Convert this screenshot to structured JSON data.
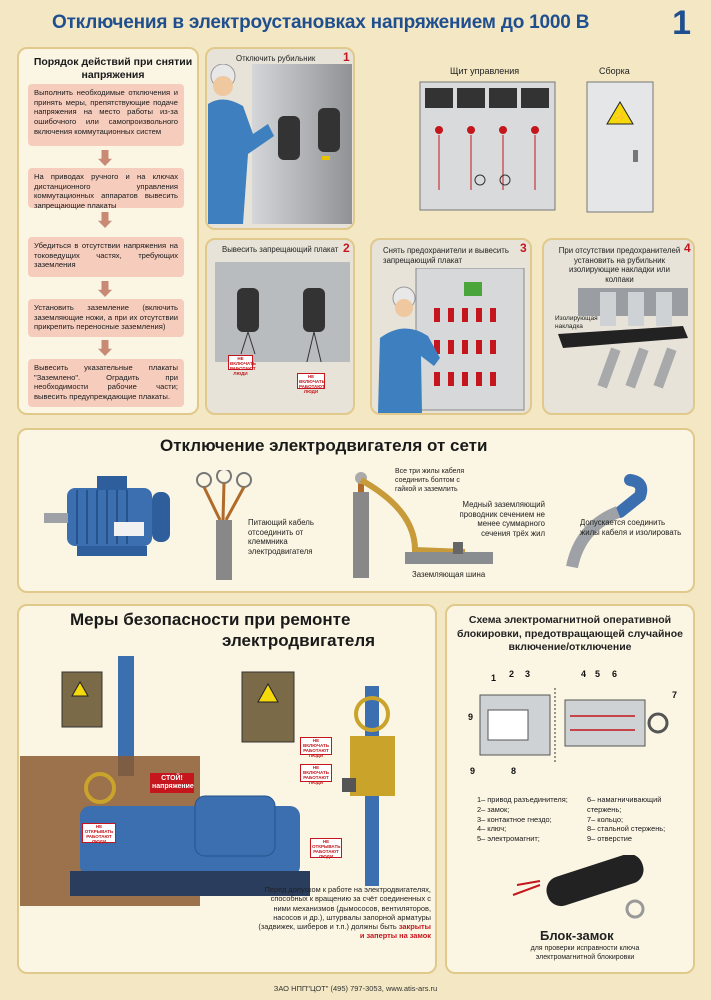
{
  "header": {
    "title": "Отключения в электроустановках напряжением до 1000 В",
    "page_number": "1"
  },
  "procedure": {
    "title": "Порядок действий при снятии напряжения",
    "steps": [
      "Выполнить необходимые отключения и принять меры, препятствующие подаче напряжения на место работы из-за ошибочного или самопроизвольного включения коммутационных систем",
      "На приводах ручного и на ключах дистанционного управления коммутационных аппаратов вывесить запрещающие плакаты",
      "Убедиться в отсутствии напряжения на токоведущих частях, требующих заземления",
      "Установить заземление (включить заземляющие ножи, а при их отсутствии прикрепить переносные заземления)",
      "Вывесить указательные плакаты \"Заземлено\". Оградить при необходимости рабочие части; вывесить предупреждающие плакаты."
    ]
  },
  "panels": {
    "p1": {
      "number": "1",
      "caption": "Отключить рубильник"
    },
    "p1b": {
      "label_board": "Щит управления",
      "label_assembly": "Сборка"
    },
    "p2": {
      "number": "2",
      "caption": "Вывесить запрещающий плакат"
    },
    "p3": {
      "number": "3",
      "caption": "Снять предохранители и вывесить запрещающий плакат"
    },
    "p4": {
      "number": "4",
      "caption": "При отсутствии предохранителей установить на рубильник изолирующие накладки или колпаки",
      "pad_label": "Изолирующая накладка"
    }
  },
  "plates": {
    "do_not_switch": "НЕ ВКЛЮЧАТЬ РАБОТАЮТ ЛЮДИ",
    "do_not_open": "НЕ ОТКРЫВАТЬ РАБОТАЮТ ЛЮДИ",
    "stop": "СТОЙ! напряжение"
  },
  "motor_section": {
    "title": "Отключение электродвигателя от сети",
    "cable_label": "Питающий кабель отсоединить от клеммника электродвигателя",
    "join_label": "Все три жилы кабеля соединить болтом с гайкой и заземлить",
    "copper_label": "Медный заземляющий проводник сечением не менее суммарного сечения трёх жил",
    "bus_label": "Заземляющая шина",
    "alt_label": "Допускается соединить жилы кабеля и изолировать"
  },
  "repair_section": {
    "title_line1": "Меры безопасности при ремонте",
    "title_line2": "электродвигателя",
    "note": "Перед допуском к работе на электродвигателях, способных к вращению за счёт соединенных с ними механизмов (дымососов, вентиляторов, насосов и др.), штурвалы запорной арматуры (задвижек, шиберов и т.п.) должны быть",
    "note_emphasis": "закрыты и заперты на замок"
  },
  "interlock_section": {
    "title": "Схема электромагнитной оперативной блокировки, предотвращающей случайное включение/отключение",
    "legend_left": [
      "1– привод разъединителя;",
      "2– замок;",
      "3– контактное гнездо;",
      "4– ключ;",
      "5– электромагнит;"
    ],
    "legend_right": [
      "6– намагничивающий стержень;",
      "7– кольцо;",
      "8– стальной стержень;",
      "9– отверстие"
    ],
    "callouts": [
      "1",
      "2",
      "3",
      "4",
      "5",
      "6",
      "7",
      "8",
      "9",
      "9"
    ],
    "lock_title": "Блок-замок",
    "lock_caption": "для проверки исправности ключа электромагнитной блокировки"
  },
  "footer": {
    "text": "ЗАО НПП\"ЦОТ\" (495) 797-3053, www.atis-ars.ru"
  },
  "colors": {
    "accent_blue": "#1f4f8f",
    "danger_red": "#c4161c",
    "paper": "#f3e7c4",
    "step_pink": "#f6cdbd"
  }
}
